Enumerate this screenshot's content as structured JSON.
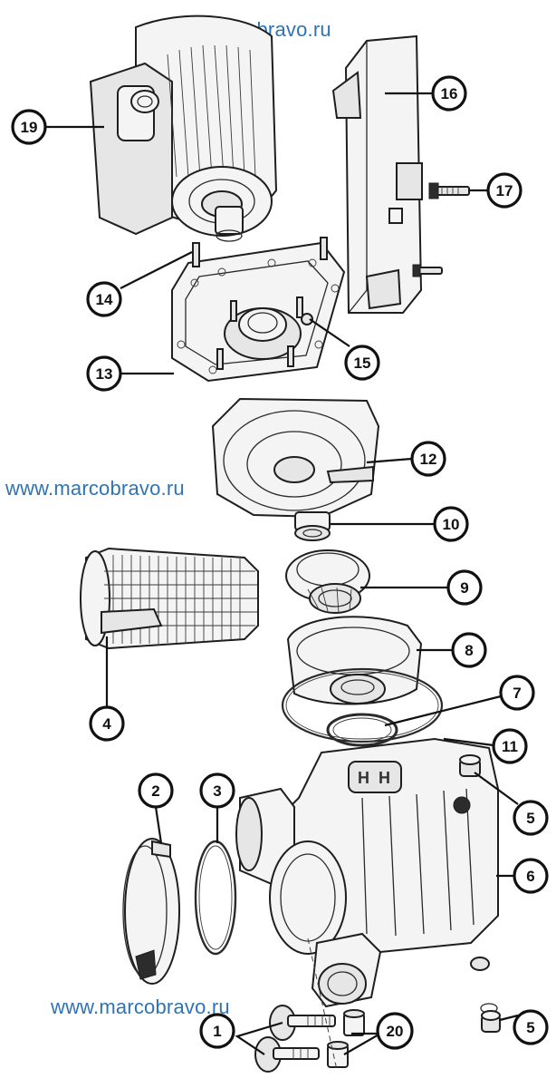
{
  "watermarks": {
    "top": "www.marcobravo.ru",
    "middle": "www.marcobravo.ru",
    "bottom": "www.marcobravo.ru",
    "color": "#2e74b5"
  },
  "callouts": [
    {
      "id": "c19",
      "label": "19"
    },
    {
      "id": "c16",
      "label": "16"
    },
    {
      "id": "c17",
      "label": "17"
    },
    {
      "id": "c14",
      "label": "14"
    },
    {
      "id": "c15",
      "label": "15"
    },
    {
      "id": "c13",
      "label": "13"
    },
    {
      "id": "c12",
      "label": "12"
    },
    {
      "id": "c10",
      "label": "10"
    },
    {
      "id": "c9",
      "label": "9"
    },
    {
      "id": "c4",
      "label": "4"
    },
    {
      "id": "c8",
      "label": "8"
    },
    {
      "id": "c7",
      "label": "7"
    },
    {
      "id": "c11",
      "label": "11"
    },
    {
      "id": "c2",
      "label": "2"
    },
    {
      "id": "c3",
      "label": "3"
    },
    {
      "id": "c5a",
      "label": "5"
    },
    {
      "id": "c6",
      "label": "6"
    },
    {
      "id": "c5b",
      "label": "5"
    },
    {
      "id": "c1",
      "label": "1"
    },
    {
      "id": "c20",
      "label": "20"
    }
  ]
}
